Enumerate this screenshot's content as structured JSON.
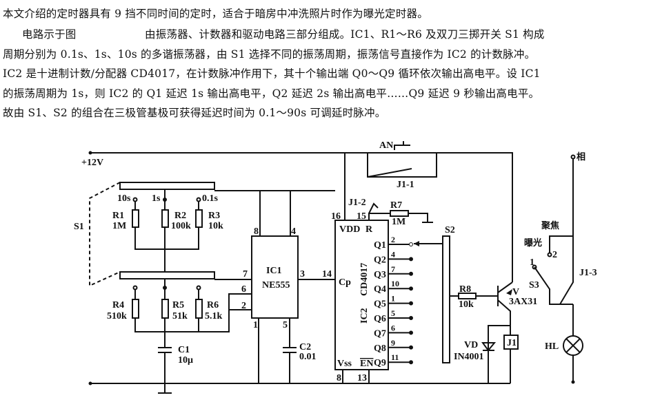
{
  "text": {
    "line1": "本文介绍的定时器具有 9 挡不同时间的定时，适合于暗房中冲洗照片时作为曝光定时器。",
    "line2a": "电路示于图",
    "line2b": "由振荡器、计数器和驱动电路三部分组成。IC1、R1～R6 及双刀三掷开关 S1 构成",
    "line3": "周期分别为 0.1s、1s、10s 的多谐振荡器，由 S1 选择不同的振荡周期，振荡信号直接作为 IC2 的计数脉冲。",
    "line4": "IC2 是十进制计数/分配器 CD4017，在计数脉冲作用下，其十个输出端 Q0～Q9 循环依次输出高电平。设 IC1",
    "line5": "的振荡周期为 1s，则 IC2 的 Q1 延迟 1s 输出高电平，Q2 延迟 2s 输出高电平……Q9 延迟 9 秒输出高电平。",
    "line6": "故由 S1、S2 的组合在三极管基极可获得延迟时间为 0.1～90s 可调延时脉冲。"
  },
  "circuit": {
    "supply": "+12V",
    "s1": "S1",
    "t10s": "10s",
    "t1s": "1s",
    "t01s": "0.1s",
    "r1": "R1",
    "r1v": "1M",
    "r2": "R2",
    "r2v": "100k",
    "r3": "R3",
    "r3v": "10k",
    "r4": "R4",
    "r4v": "510k",
    "r5": "R5",
    "r5v": "51k",
    "r6": "R6",
    "r6v": "5.1k",
    "c1": "C1",
    "c1v": "10μ",
    "c2": "C2",
    "c2v": "0.01",
    "ic1": "IC1",
    "ic1v": "NE555",
    "ic1pins": {
      "p8": "8",
      "p4": "4",
      "p7": "7",
      "p6": "6",
      "p2": "2",
      "p3": "3",
      "p1": "1",
      "p5": "5"
    },
    "ic2": "IC2",
    "ic2v": "CD4017",
    "ic2pins": {
      "p16": "16",
      "p15": "15",
      "p14": "14",
      "p8": "8",
      "p13": "13",
      "vdd": "VDD",
      "r": "R",
      "cp": "Cp",
      "vss": "Vss",
      "en": "EN"
    },
    "outputs": [
      {
        "q": "Q1",
        "pin": "2"
      },
      {
        "q": "Q2",
        "pin": "4"
      },
      {
        "q": "Q3",
        "pin": "7"
      },
      {
        "q": "Q4",
        "pin": "10"
      },
      {
        "q": "Q5",
        "pin": "1"
      },
      {
        "q": "Q6",
        "pin": "5"
      },
      {
        "q": "Q7",
        "pin": "6"
      },
      {
        "q": "Q8",
        "pin": "9"
      },
      {
        "q": "Q9",
        "pin": "11"
      }
    ],
    "an": "AN",
    "j11": "J1-1",
    "j12": "J1-2",
    "r7": "R7",
    "r7v": "1M",
    "s2": "S2",
    "r8": "R8",
    "r8v": "10k",
    "v": "V",
    "vv": "3AX31",
    "vd": "VD",
    "vdv": "IN4001",
    "j1": "J1",
    "phase": "相",
    "focus": "聚焦",
    "expose": "曝光",
    "s3": "S3",
    "s3c1": "1",
    "s3c2": "2",
    "j13": "J1-3",
    "hl": "HL"
  }
}
